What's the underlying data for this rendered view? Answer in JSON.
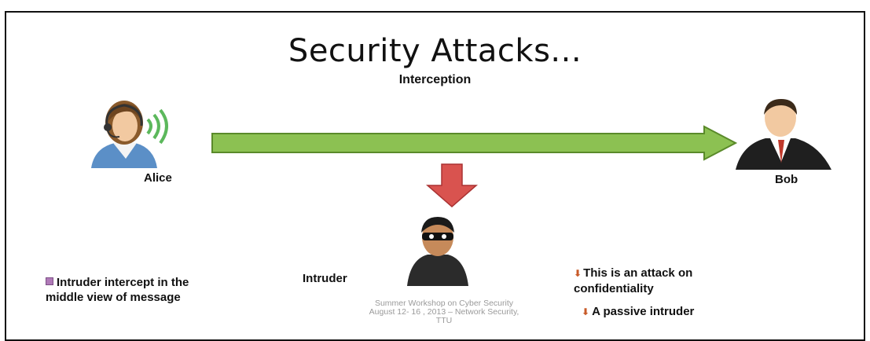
{
  "slide": {
    "title": "Security Attacks...",
    "subtitle": "Interception",
    "labels": {
      "alice": "Alice",
      "bob": "Bob",
      "intruder": "Intruder"
    },
    "left_note": {
      "line1": "Intruder intercept in the",
      "line2": "middle view of message"
    },
    "right_notes": {
      "item1_line1": "This is an attack on",
      "item1_line2": "confidentiality",
      "item2": "A passive intruder"
    },
    "footer": {
      "line1": "Summer Workshop on Cyber Security",
      "line2": "August 12- 16 , 2013 – Network Security,",
      "line3": "TTU"
    },
    "colors": {
      "flow_arrow": "#8cc152",
      "intercept_arrow": "#d9534f",
      "bullet_square": "#b07ab8",
      "bullet_arrow": "#c85a28"
    }
  }
}
